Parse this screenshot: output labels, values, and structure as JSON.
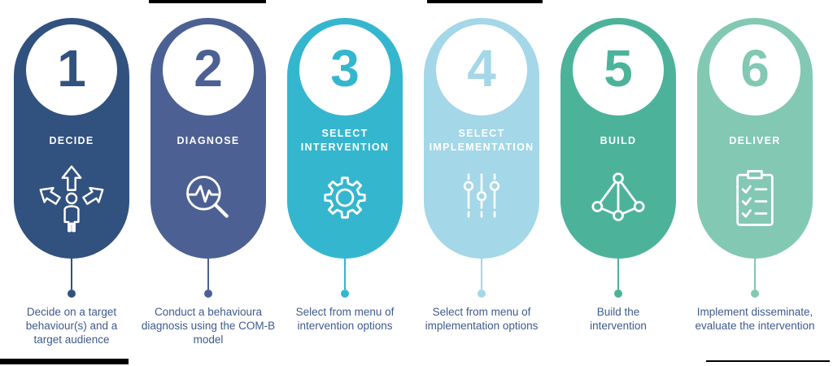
{
  "text_color": "#3f5a8c",
  "icon_stroke": "#ffffff",
  "steps": [
    {
      "number": "1",
      "label": "DECIDE",
      "description": "Decide on a target behaviour(s) and a target audience",
      "color": "#31517f",
      "icon": "person-arrows-icon"
    },
    {
      "number": "2",
      "label": "DIAGNOSE",
      "description": "Conduct a behavioura diagnosis using the COM-B model",
      "color": "#4d6093",
      "icon": "magnifier-pulse-icon"
    },
    {
      "number": "3",
      "label": "SELECT INTERVENTION",
      "description": "Select from menu of intervention options",
      "color": "#35b6cf",
      "icon": "gear-icon"
    },
    {
      "number": "4",
      "label": "SELECT IMPLEMENTATION",
      "description": "Select from menu of implementation options",
      "color": "#a4d7e7",
      "icon": "sliders-icon"
    },
    {
      "number": "5",
      "label": "BUILD",
      "description": "Build the intervention",
      "color": "#4cb39a",
      "icon": "network-icon"
    },
    {
      "number": "6",
      "label": "DELIVER",
      "description": "Implement disseminate, evaluate the intervention",
      "color": "#83c8b3",
      "icon": "clipboard-checklist-icon"
    }
  ]
}
